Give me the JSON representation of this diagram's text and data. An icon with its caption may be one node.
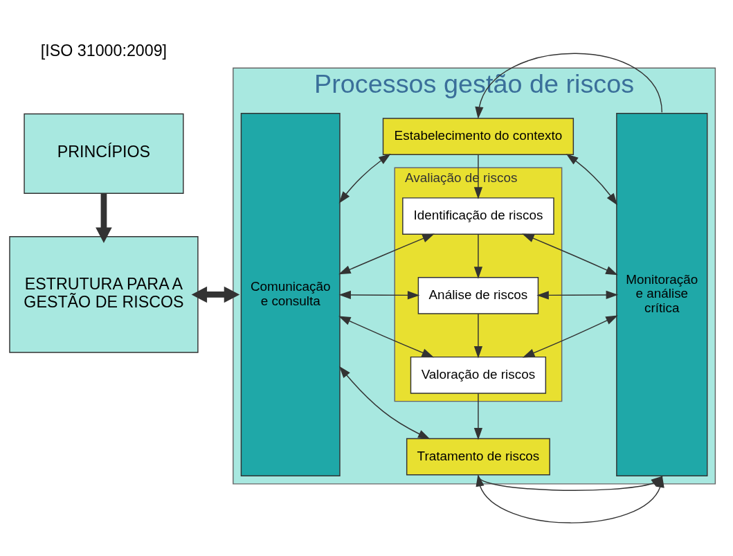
{
  "diagram": {
    "nodes": [
      {
        "text": [
          "PRINCÍPIOS"
        ]
      },
      {
        "text": [
          "ESTRUTURA PARA A GESTÃO DE RISCOS"
        ]
      },
      {
        "text": [
          "Processos gestão de riscos"
        ]
      },
      {
        "text": [
          "Comunicação e consulta"
        ],
        "in": 2
      },
      {
        "text": [
          "Estabelecimento do contexto"
        ],
        "in": 2
      },
      {
        "text": [
          "Avaliação de riscos"
        ],
        "in": 2
      },
      {
        "text": [
          "Identificação de riscos"
        ],
        "in": 5
      },
      {
        "text": [
          "Análise de riscos"
        ],
        "in": 5
      },
      {
        "text": [
          "Valoração de riscos"
        ],
        "in": 5
      },
      {
        "text": [
          "Tratamento de riscos"
        ],
        "in": 2
      },
      {
        "text": [
          "Monitoração e análise crítica"
        ],
        "in": 2
      }
    ],
    "edges": [
      {
        "from": 0,
        "to": 1,
        "arrow": "to",
        "style": "thick"
      },
      {
        "from": 1,
        "to": 2,
        "arrow": "both",
        "style": "thick"
      },
      {
        "from": 3,
        "to": 4,
        "arrow": "both"
      },
      {
        "from": 4,
        "to": 10,
        "arrow": "both"
      },
      {
        "from": 3,
        "to": 6,
        "arrow": "both"
      },
      {
        "from": 6,
        "to": 10,
        "arrow": "both"
      },
      {
        "from": 3,
        "to": 7,
        "arrow": "both"
      },
      {
        "from": 7,
        "to": 10,
        "arrow": "both"
      },
      {
        "from": 3,
        "to": 8,
        "arrow": "both"
      },
      {
        "from": 8,
        "to": 10,
        "arrow": "both"
      },
      {
        "from": 3,
        "to": 9,
        "arrow": "both"
      },
      {
        "from": 9,
        "to": 10,
        "arrow": "both"
      },
      {
        "from": 4,
        "to": 6,
        "arrow": "to"
      },
      {
        "from": 6,
        "to": 7,
        "arrow": "to"
      },
      {
        "from": 7,
        "to": 8,
        "arrow": "to"
      },
      {
        "from": 8,
        "to": 9,
        "arrow": "to"
      },
      {
        "from": 10,
        "to": 4,
        "arrow": "to"
      },
      {
        "from": 9,
        "to": 10,
        "arrow": "to"
      }
    ],
    "labels": [
      "[ISO 31000:2009]"
    ]
  }
}
